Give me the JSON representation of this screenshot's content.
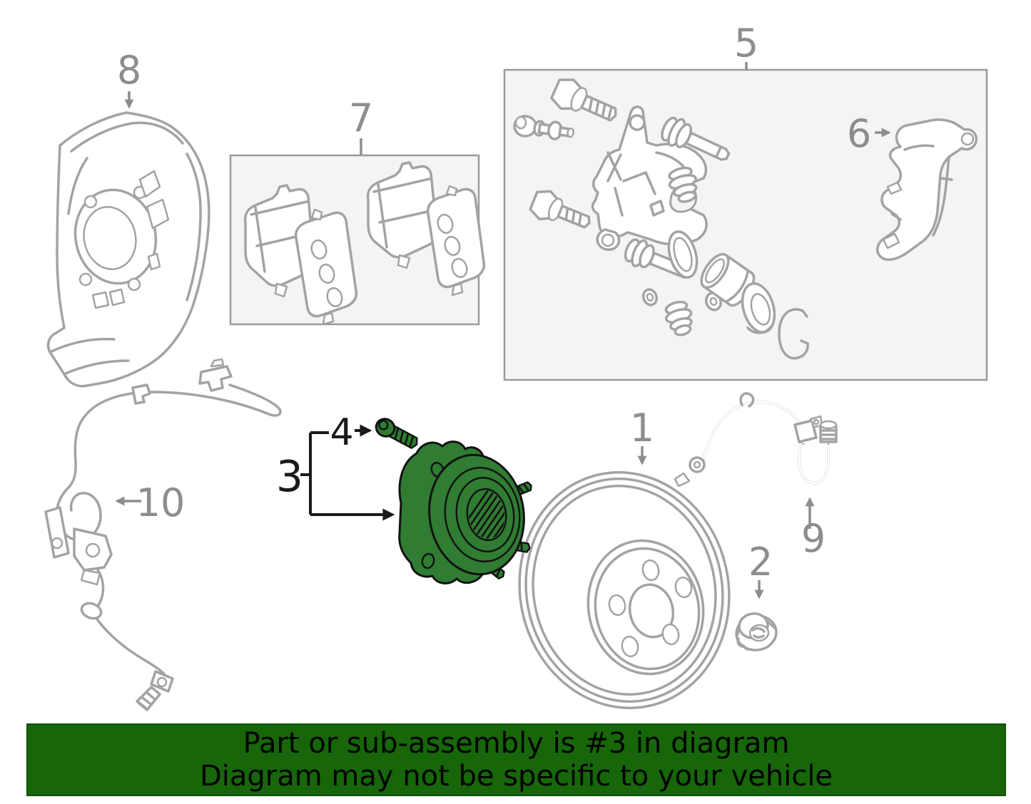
{
  "banner": {
    "line1": "Part or sub-assembly is #3 in diagram",
    "line2": "Diagram may not be specific to your vehicle"
  },
  "callouts": {
    "c1": "1",
    "c2": "2",
    "c3": "3",
    "c4": "4",
    "c5": "5",
    "c6": "6",
    "c7": "7",
    "c8": "8",
    "c9": "9",
    "c10": "10"
  },
  "highlighted_part_number": "3",
  "colors": {
    "highlight_green": "#2f7c32",
    "banner_green": "#17660a",
    "banner_border": "#0d5205",
    "banner_text": "#000000",
    "line_gray": "#a3a3a3",
    "label_gray": "#8d8d8d",
    "callout_black": "#1a1a1a",
    "box_bg": "#f4f4f4",
    "box_border": "#9b9b9b",
    "page_bg": "#ffffff"
  }
}
